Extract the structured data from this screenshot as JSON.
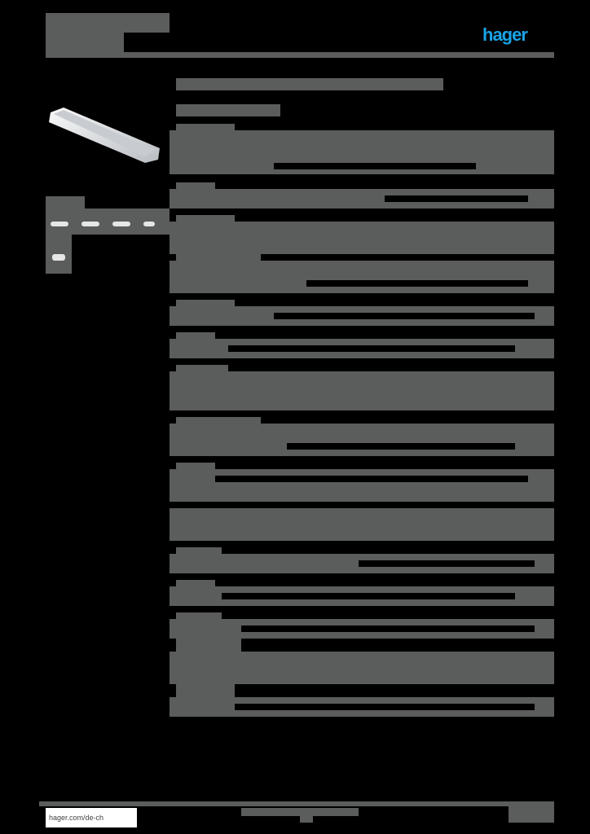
{
  "header": {
    "brand_logo": "hager",
    "brand_color": "#1aa3e6",
    "title_redacted": true
  },
  "document": {
    "type": "product datasheet (redacted)",
    "redaction_color": "#5b5c5c",
    "sections_count": 18
  },
  "footer": {
    "link": "hager.com/de-ch"
  }
}
